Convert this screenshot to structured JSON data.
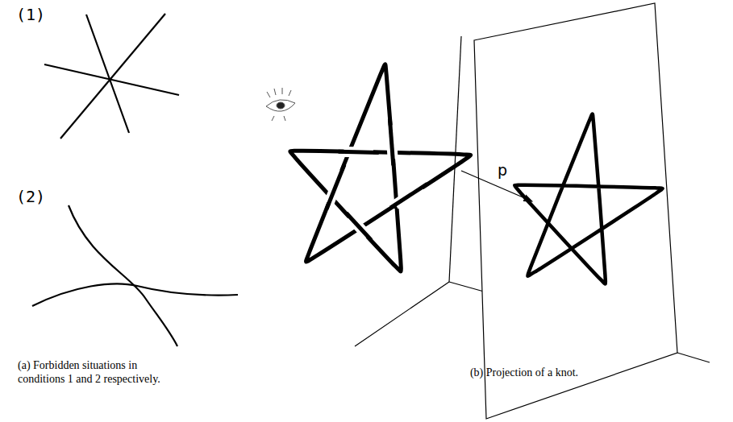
{
  "diagram": {
    "labels": [
      "(1)",
      "(2)",
      "p",
      "(a) Forbidden situations in conditions 1 and 2 respectively.",
      "(b) Projection of a knot."
    ]
  }
}
